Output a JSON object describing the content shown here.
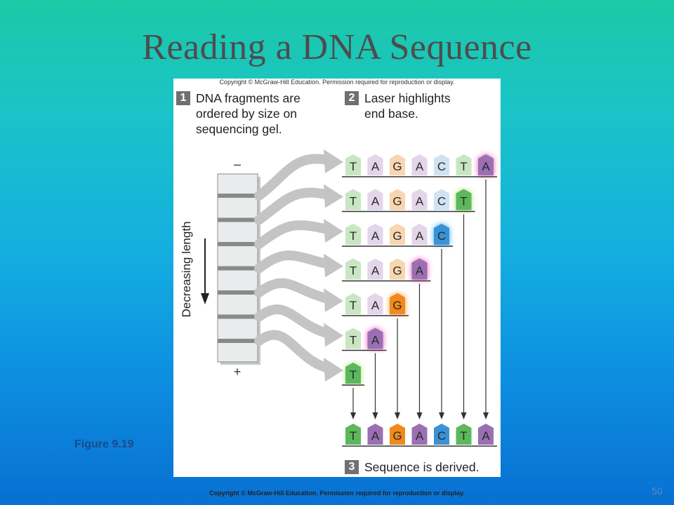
{
  "slide": {
    "title": "Reading a DNA Sequence",
    "figure_label": "Figure 9.19",
    "footer": "Copyright © McGraw-Hill Education. Permission required for reproduction or display.",
    "page_number": "50"
  },
  "figure": {
    "copyright": "Copyright © McGraw-Hill Education. Permission required for reproduction or display.",
    "steps": [
      {
        "num": "1",
        "text": "DNA fragments are\nordered by size on\nsequencing gel."
      },
      {
        "num": "2",
        "text": "Laser highlights\nend base."
      },
      {
        "num": "3",
        "text": "Sequence is derived."
      }
    ],
    "gel": {
      "top_sign": "–",
      "bottom_sign": "+",
      "axis_label": "Decreasing length"
    },
    "fragments": [
      "TAGACTA",
      "TAGACT",
      "TAGAC",
      "TAGA",
      "TAG",
      "TA",
      "T"
    ],
    "derived_sequence": [
      "T",
      "A",
      "G",
      "A",
      "C",
      "T",
      "A"
    ],
    "base_colors": {
      "T": {
        "light": "#c9e6c3",
        "dark": "#5cb85c",
        "glow": "#a8e26b"
      },
      "A": {
        "light": "#e3d5ea",
        "dark": "#9a70b3",
        "glow": "#ff3fb0"
      },
      "G": {
        "light": "#f8d6b0",
        "dark": "#f08a1c",
        "glow": "#ff9a22"
      },
      "C": {
        "light": "#cfe3f3",
        "dark": "#3a92d6",
        "glow": "#25a8ff"
      }
    }
  }
}
